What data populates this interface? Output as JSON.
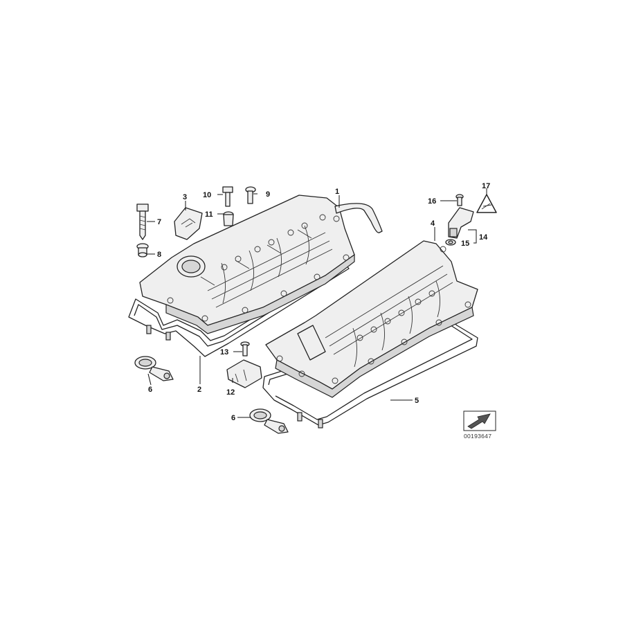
{
  "diagram": {
    "reference_number": "00193647",
    "callouts": [
      {
        "id": "c1",
        "label": "1",
        "part": "cylinder-head-cover-bank-1"
      },
      {
        "id": "c2",
        "label": "2",
        "part": "gasket-bank-1"
      },
      {
        "id": "c3",
        "label": "3",
        "part": "oil-filler-cap"
      },
      {
        "id": "c4",
        "label": "4",
        "part": "cylinder-head-cover-bank-2"
      },
      {
        "id": "c5",
        "label": "5",
        "part": "gasket-bank-2"
      },
      {
        "id": "c6a",
        "label": "6",
        "part": "seal-ring"
      },
      {
        "id": "c6b",
        "label": "6",
        "part": "seal-ring"
      },
      {
        "id": "c7",
        "label": "7",
        "part": "stud-bolt"
      },
      {
        "id": "c8",
        "label": "8",
        "part": "spacer-sleeve"
      },
      {
        "id": "c9",
        "label": "9",
        "part": "screw"
      },
      {
        "id": "c10",
        "label": "10",
        "part": "bolt"
      },
      {
        "id": "c11",
        "label": "11",
        "part": "rubber-grommet"
      },
      {
        "id": "c12",
        "label": "12",
        "part": "cover-bracket"
      },
      {
        "id": "c13",
        "label": "13",
        "part": "screw"
      },
      {
        "id": "c14",
        "label": "14",
        "part": "camshaft-sensor"
      },
      {
        "id": "c15",
        "label": "15",
        "part": "o-ring"
      },
      {
        "id": "c16",
        "label": "16",
        "part": "sensor-screw"
      },
      {
        "id": "c17",
        "label": "17",
        "part": "warning-triangle"
      }
    ]
  }
}
